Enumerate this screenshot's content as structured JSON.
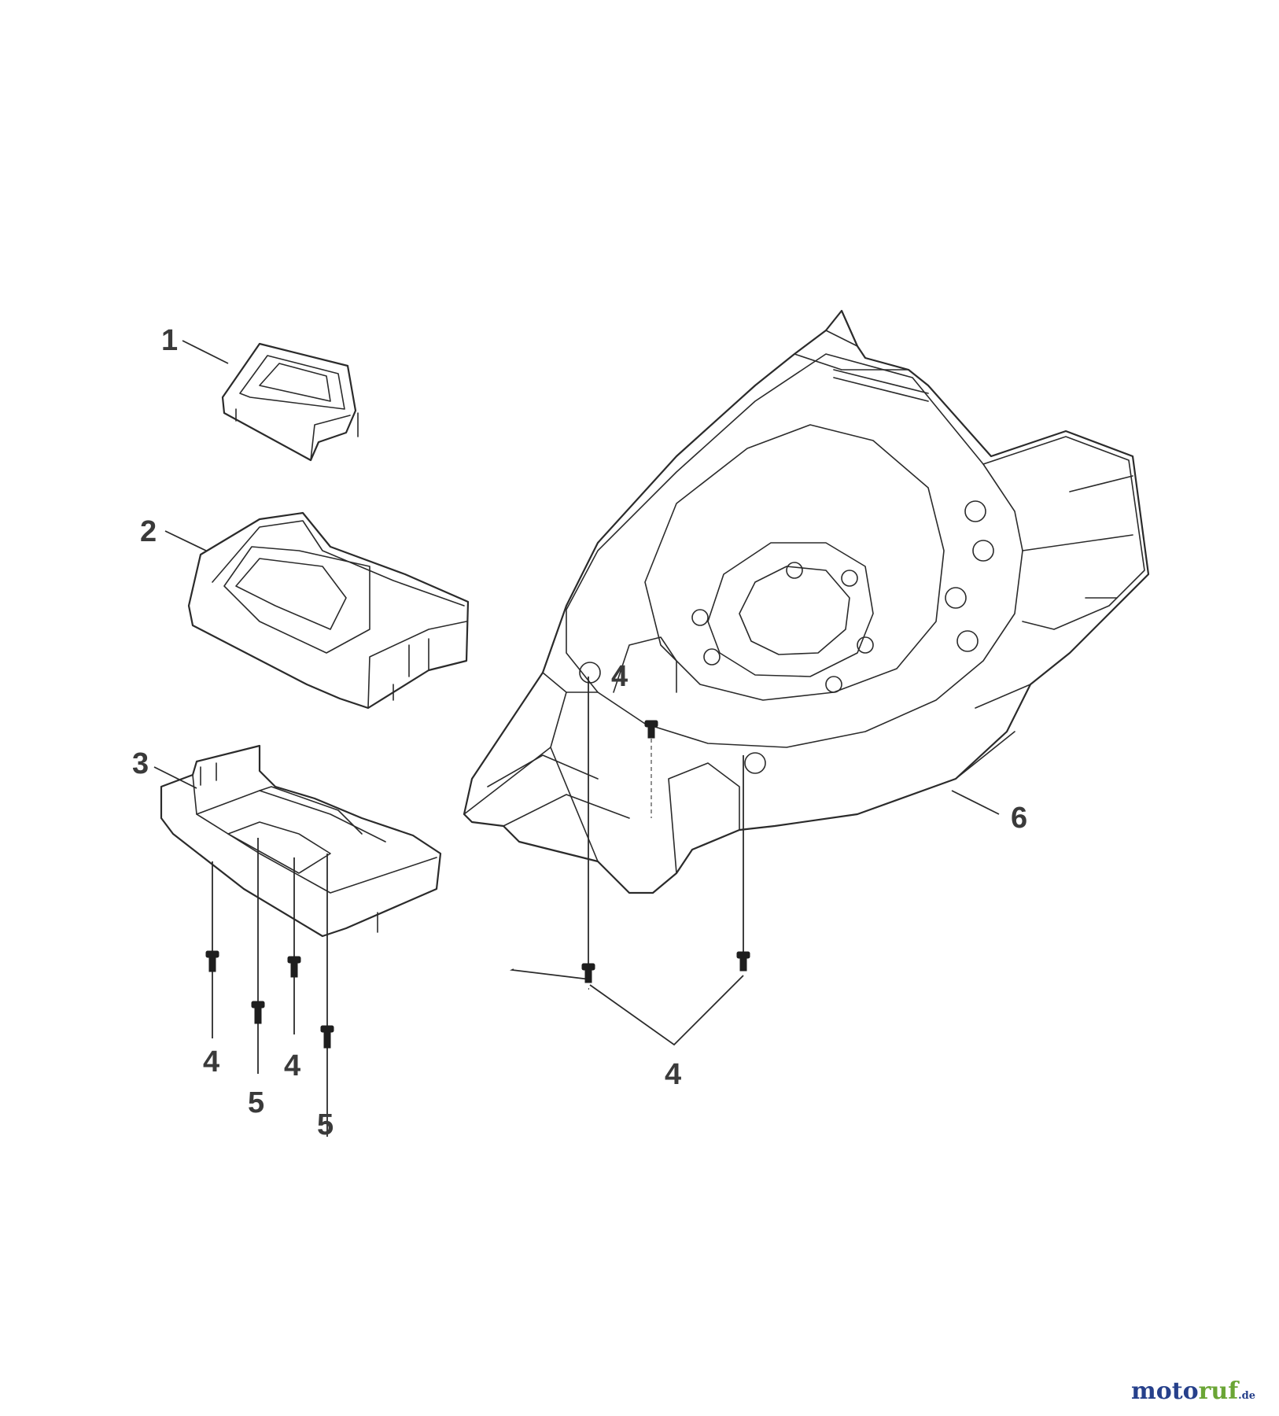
{
  "callouts": [
    {
      "id": "c1",
      "label": "1"
    },
    {
      "id": "c2",
      "label": "2"
    },
    {
      "id": "c3",
      "label": "3"
    },
    {
      "id": "c4a",
      "label": "4"
    },
    {
      "id": "c4b",
      "label": "4"
    },
    {
      "id": "c4c",
      "label": "4"
    },
    {
      "id": "c4d",
      "label": "4"
    },
    {
      "id": "c5a",
      "label": "5"
    },
    {
      "id": "c5b",
      "label": "5"
    },
    {
      "id": "c6",
      "label": "6"
    }
  ],
  "watermark": {
    "part1": "moto",
    "part2": "ruf",
    "suffix": ".de"
  }
}
